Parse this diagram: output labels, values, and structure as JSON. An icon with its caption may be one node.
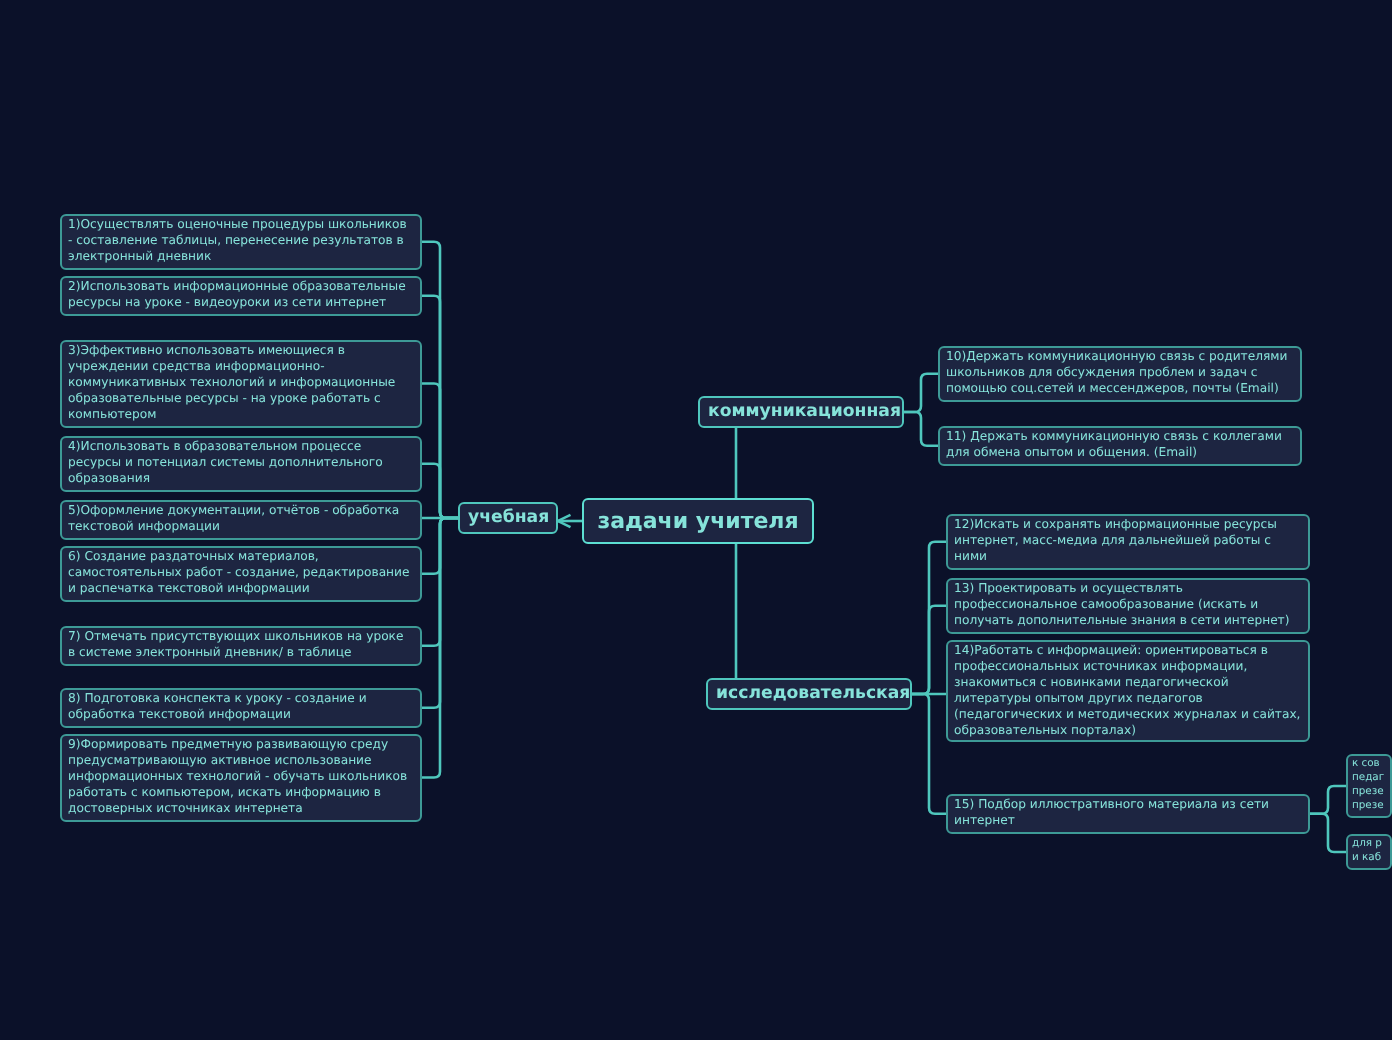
{
  "diagram": {
    "nodes": [
      {
        "text": [
          "задачи учителя"
        ]
      },
      {
        "text": [
          "учебная"
        ]
      },
      {
        "text": [
          "коммуникационная"
        ]
      },
      {
        "text": [
          "исследовательская"
        ]
      },
      {
        "text": [
          "1)Осуществлять оценочные процедуры школьников - составление таблицы, перенесение результатов в электронный дневник"
        ]
      },
      {
        "text": [
          "2)Использовать информационные образовательные ресурсы на уроке - видеоуроки из сети интернет"
        ]
      },
      {
        "text": [
          "3)Эффективно использовать имеющиеся в учреждении средства информационно-коммуникативных технологий и информационные образовательные ресурсы - на уроке работать с компьютером"
        ]
      },
      {
        "text": [
          "4)Использовать в образовательном процессе ресурсы и потенциал системы дополнительного образования"
        ]
      },
      {
        "text": [
          "5)Оформление документации, отчётов - обработка текстовой информации"
        ]
      },
      {
        "text": [
          "6) Создание раздаточных материалов, самостоятельных работ - создание, редактирование и распечатка текстовой информации"
        ]
      },
      {
        "text": [
          "7) Отмечать присутствующих школьников на уроке в системе электронный дневник/ в таблице"
        ]
      },
      {
        "text": [
          "8) Подготовка конспекта к уроку - создание и обработка текстовой информации"
        ]
      },
      {
        "text": [
          "9)Формировать предметную развивающую среду предусматривающую активное использование информационных технологий - обучать школьников работать с компьютером, искать информацию в достоверных источниках интернета"
        ]
      },
      {
        "text": [
          "10)Держать коммуникационную связь с родителями школьников для обсуждения проблем и задач с помощью соц.сетей и мессенджеров, почты (Email)"
        ]
      },
      {
        "text": [
          "11) Держать коммуникационную связь с коллегами для обмена опытом и общения. (Email)"
        ]
      },
      {
        "text": [
          "12)Искать и сохранять информационные ресурсы интернет, масс-медиа для дальнейшей работы с ними"
        ]
      },
      {
        "text": [
          "13) Проектировать и осуществлять профессиональное самообразование (искать и получать дополнительные знания в сети интернет)"
        ]
      },
      {
        "text": [
          "14)Работать с информацией: ориентироваться в профессиональных источниках информации, знакомиться с новинками педагогической литературы опытом других педагогов (педагогических и методических журналах и сайтах, образовательных порталах)"
        ]
      },
      {
        "text": [
          "15) Подбор иллюстративного материала из сети интернет"
        ]
      },
      {
        "text": [
          "к сов педаг презе презе"
        ]
      },
      {
        "text": [
          "для р и каб"
        ]
      }
    ],
    "edges": [
      {
        "from": 0,
        "to": 1,
        "arrow": "to"
      },
      {
        "from": 0,
        "to": 2,
        "arrow": "none"
      },
      {
        "from": 0,
        "to": 3,
        "arrow": "none"
      },
      {
        "from": 1,
        "to": 4,
        "arrow": "none"
      },
      {
        "from": 1,
        "to": 5,
        "arrow": "none"
      },
      {
        "from": 1,
        "to": 6,
        "arrow": "none"
      },
      {
        "from": 1,
        "to": 7,
        "arrow": "none"
      },
      {
        "from": 1,
        "to": 8,
        "arrow": "none"
      },
      {
        "from": 1,
        "to": 9,
        "arrow": "none"
      },
      {
        "from": 1,
        "to": 10,
        "arrow": "none"
      },
      {
        "from": 1,
        "to": 11,
        "arrow": "none"
      },
      {
        "from": 1,
        "to": 12,
        "arrow": "none"
      },
      {
        "from": 2,
        "to": 13,
        "arrow": "none"
      },
      {
        "from": 2,
        "to": 14,
        "arrow": "none"
      },
      {
        "from": 3,
        "to": 15,
        "arrow": "none"
      },
      {
        "from": 3,
        "to": 16,
        "arrow": "none"
      },
      {
        "from": 3,
        "to": 17,
        "arrow": "none"
      },
      {
        "from": 3,
        "to": 18,
        "arrow": "none"
      },
      {
        "from": 18,
        "to": 19,
        "arrow": "none"
      },
      {
        "from": 18,
        "to": 20,
        "arrow": "none"
      }
    ]
  }
}
